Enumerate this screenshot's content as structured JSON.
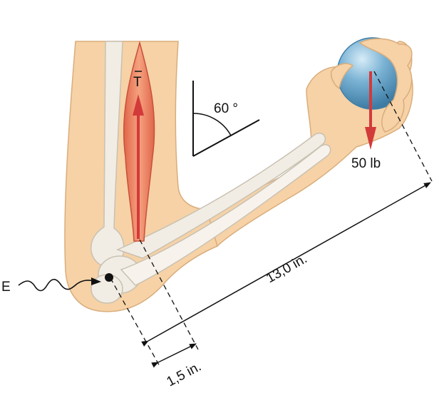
{
  "labels": {
    "tension": "T",
    "angle": "60 °",
    "weight": "50 lb",
    "long_distance": "13,0 in.",
    "short_distance": "1,5 in.",
    "elbow": "E"
  },
  "colors": {
    "skin": "#f6d2a6",
    "skin_edge": "#d9ad7c",
    "bone": "#f2ede4",
    "bone_edge": "#c9c1b2",
    "muscle": "#e7785a",
    "muscle_light": "#f7b08c",
    "arrow": "#d33a3a",
    "ball": "#6fa6c9",
    "ball_dark": "#3f7fa8",
    "line": "#111111"
  }
}
